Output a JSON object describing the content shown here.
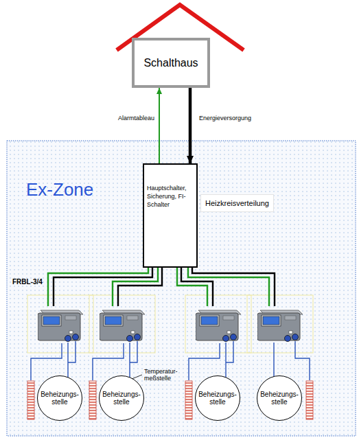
{
  "diagram": {
    "nodes": [
      {
        "text": [
          "Schalthaus"
        ]
      },
      {
        "text": [
          "Ex-Zone"
        ]
      },
      {
        "text": [
          "Hauptschalter, Sicherung, FI-Schalter",
          "Heizkreisverteilung"
        ],
        "in": 1
      },
      {
        "text": [
          "Beheizungs- stelle"
        ],
        "in": 1
      },
      {
        "text": [
          "Beheizungs- stelle"
        ],
        "in": 1
      },
      {
        "text": [
          "Beheizungs- stelle"
        ],
        "in": 1
      },
      {
        "text": [
          "Beheizungs- stelle"
        ],
        "in": 1
      }
    ],
    "edges": [
      {
        "from": 2,
        "to": 0,
        "arrow": "to",
        "label": "Alarmtableau"
      },
      {
        "from": 0,
        "to": 2,
        "arrow": "to",
        "label": "Energieversorgung"
      }
    ],
    "labels": [
      "FRBL-3/4",
      "Temperatur- meßstelle"
    ]
  }
}
